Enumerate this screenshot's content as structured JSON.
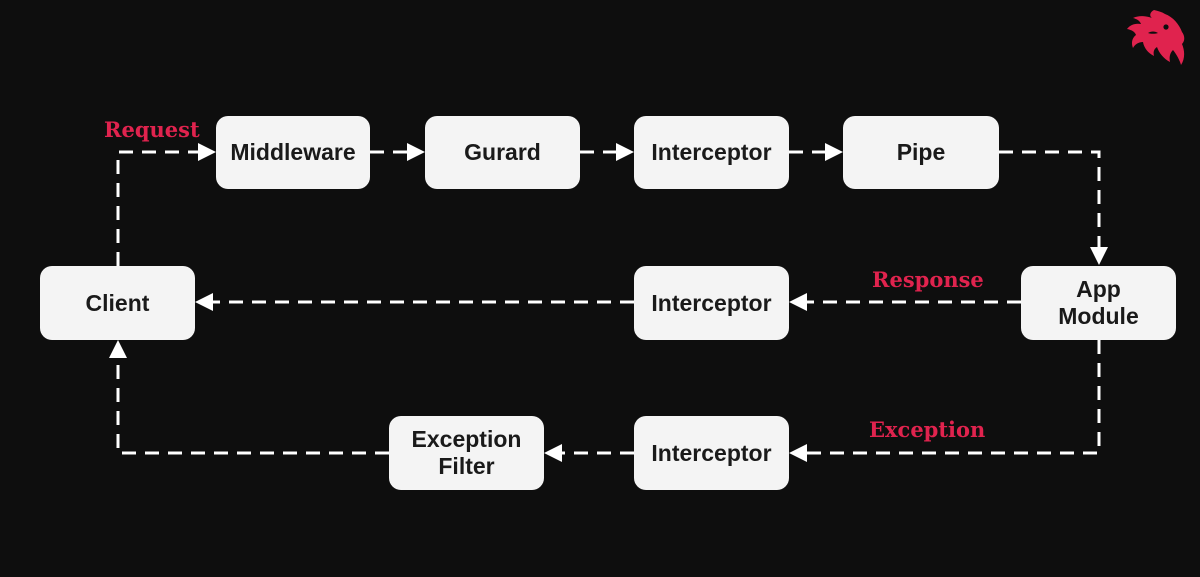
{
  "brand": {
    "logo_icon": "nestjs-cat-icon",
    "accent": "#e0234e"
  },
  "colors": {
    "background": "#0e0e0e",
    "node": "#f4f4f4",
    "node_text": "#1a1a1a",
    "connector": "#ffffff"
  },
  "labels": {
    "request": "Request",
    "response": "Response",
    "exception": "Exception"
  },
  "nodes": {
    "middleware": "Middleware",
    "guard": "Gurard",
    "interceptor_request": "Interceptor",
    "pipe": "Pipe",
    "client": "Client",
    "interceptor_response": "Interceptor",
    "app_module_line1": "App",
    "app_module_line2": "Module",
    "exception_filter_line1": "Exception",
    "exception_filter_line2": "Filter",
    "interceptor_exception": "Interceptor"
  }
}
